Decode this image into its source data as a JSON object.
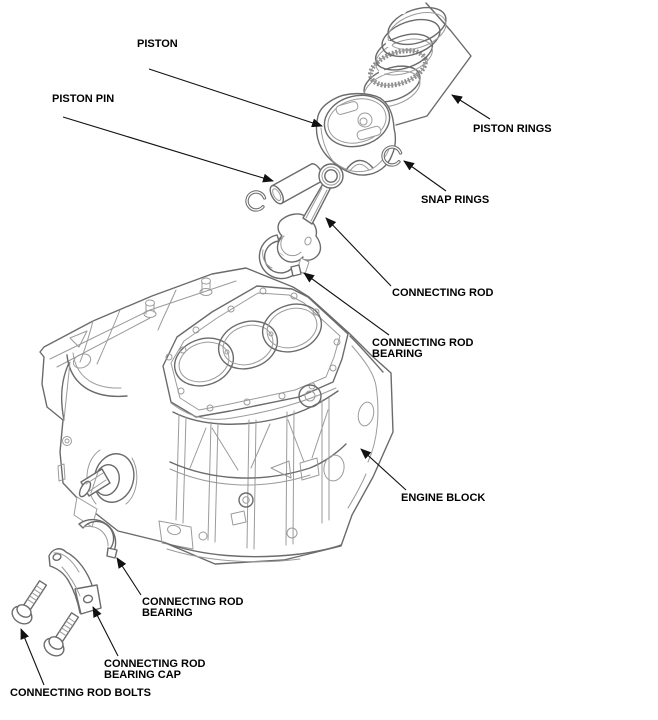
{
  "art": {
    "line_color": "#6b6b6b",
    "light_line_color": "#9b9b9b",
    "leader_color": "#111111",
    "label_color": "#000000",
    "background": "#ffffff"
  },
  "labels": {
    "piston": "PISTON",
    "piston_pin": "PISTON PIN",
    "piston_rings": "PISTON RINGS",
    "snap_rings": "SNAP RINGS",
    "connecting_rod": "CONNECTING ROD",
    "connecting_rod_bearing_upper": {
      "line1": "CONNECTING ROD",
      "line2": "BEARING"
    },
    "engine_block": "ENGINE BLOCK",
    "connecting_rod_bearing_lower": {
      "line1": "CONNECTING ROD",
      "line2": "BEARING"
    },
    "connecting_rod_bearing_cap": {
      "line1": "CONNECTING ROD",
      "line2": "BEARING CAP"
    },
    "connecting_rod_bolts": "CONNECTING ROD BOLTS"
  }
}
